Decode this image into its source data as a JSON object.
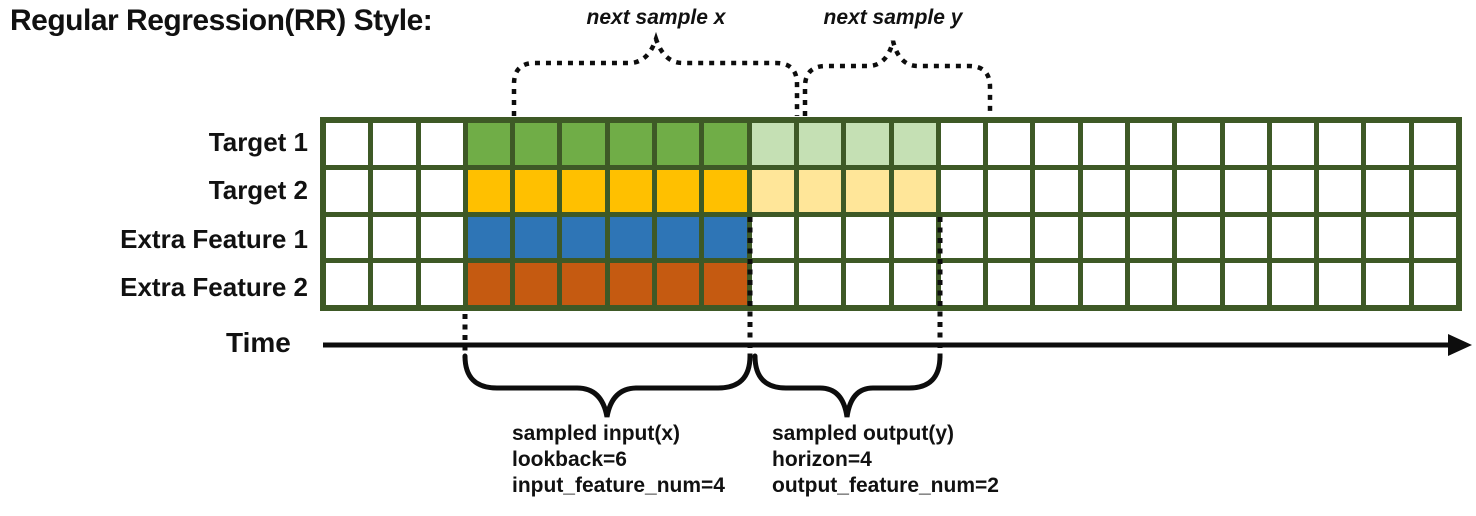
{
  "title": "Regular Regression(RR) Style:",
  "top_annotations": {
    "next_sample_x": "next sample x",
    "next_sample_y": "next sample y"
  },
  "time_axis": {
    "label": "Time"
  },
  "grid": {
    "columns": 24,
    "line_color": "#3E5926",
    "cell_color": "#FFFFFF",
    "rows": [
      {
        "label": "Target 1",
        "segments": [
          {
            "role": "lookback",
            "start": 4,
            "length": 6,
            "color": "#70AD47"
          },
          {
            "role": "horizon",
            "start": 10,
            "length": 4,
            "color": "#C5E0B4"
          }
        ]
      },
      {
        "label": "Target 2",
        "segments": [
          {
            "role": "lookback",
            "start": 4,
            "length": 6,
            "color": "#FFC000"
          },
          {
            "role": "horizon",
            "start": 10,
            "length": 4,
            "color": "#FFE699"
          }
        ]
      },
      {
        "label": "Extra Feature 1",
        "segments": [
          {
            "role": "lookback",
            "start": 4,
            "length": 6,
            "color": "#2E75B6"
          }
        ]
      },
      {
        "label": "Extra Feature 2",
        "segments": [
          {
            "role": "lookback",
            "start": 4,
            "length": 6,
            "color": "#C55A11"
          }
        ]
      }
    ]
  },
  "bottom_annotations": {
    "input": {
      "line1": "sampled input(x)",
      "line2": "lookback=6",
      "line3": "input_feature_num=4"
    },
    "output": {
      "line1": "sampled output(y)",
      "line2": "horizon=4",
      "line3": "output_feature_num=2"
    }
  }
}
